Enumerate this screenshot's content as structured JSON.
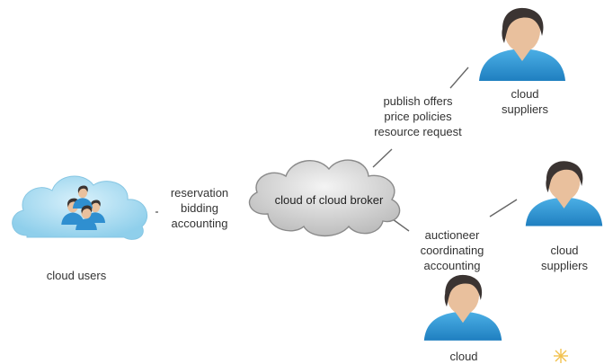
{
  "colors": {
    "cloud_users_fill": "#9fd7ee",
    "broker_fill": "#d4d4d4",
    "person_body": "#2f93d3",
    "skin": "#e9c09d",
    "hair": "#3b3432",
    "connector": "#666666"
  },
  "icons": [
    "cloud-users-icon",
    "broker-cloud-icon",
    "supplier-person-icon",
    "sparkle-icon"
  ],
  "users": {
    "label": "cloud users"
  },
  "broker": {
    "label": "cloud of cloud broker"
  },
  "users_link": {
    "lines": [
      "reservation",
      "bidding",
      "accounting"
    ]
  },
  "top_link": {
    "lines": [
      "publish offers",
      "price policies",
      "resource request"
    ]
  },
  "bottom_link": {
    "lines": [
      "auctioneer",
      "coordinating",
      "accounting"
    ]
  },
  "suppliers": [
    {
      "lines": [
        "cloud",
        "suppliers"
      ]
    },
    {
      "lines": [
        "cloud",
        "suppliers"
      ]
    },
    {
      "lines": [
        "cloud"
      ]
    }
  ]
}
